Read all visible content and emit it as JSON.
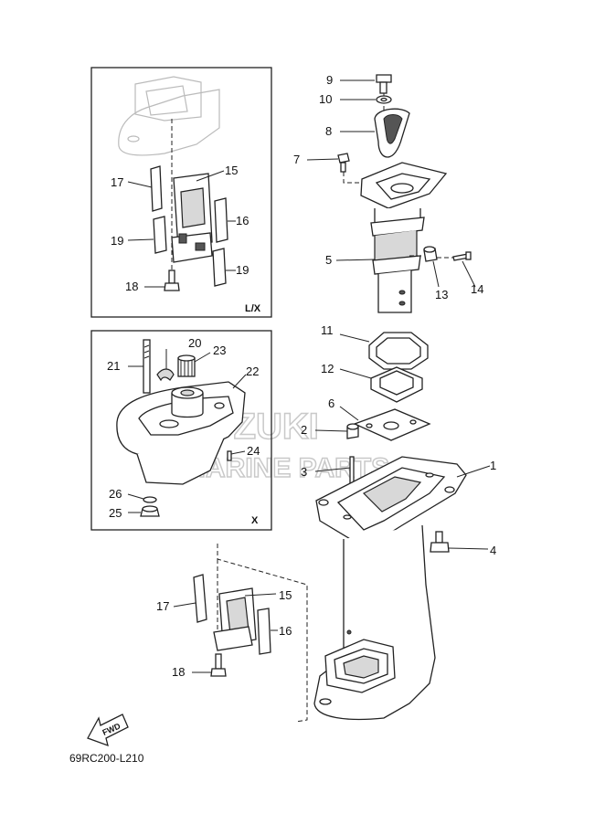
{
  "diagram": {
    "code": "69RC200-L210",
    "fwd_label": "FWD",
    "watermark_main": "SUZUKI",
    "watermark_sub": "MARINE PARTS",
    "box_lx_label": "L/X",
    "box_x_label": "X",
    "callouts": {
      "c1": "1",
      "c2": "2",
      "c3": "3",
      "c4": "4",
      "c5": "5",
      "c6": "6",
      "c7": "7",
      "c8": "8",
      "c9": "9",
      "c10": "10",
      "c11": "11",
      "c12": "12",
      "c13": "13",
      "c14": "14",
      "lx15": "15",
      "lx16": "16",
      "lx17": "17",
      "lx18": "18",
      "lx19a": "19",
      "lx19b": "19",
      "c20": "20",
      "c21": "21",
      "c22": "22",
      "c23": "23",
      "c24": "24",
      "c25": "25",
      "c26": "26",
      "m15": "15",
      "m16": "16",
      "m17": "17",
      "m18": "18"
    }
  }
}
